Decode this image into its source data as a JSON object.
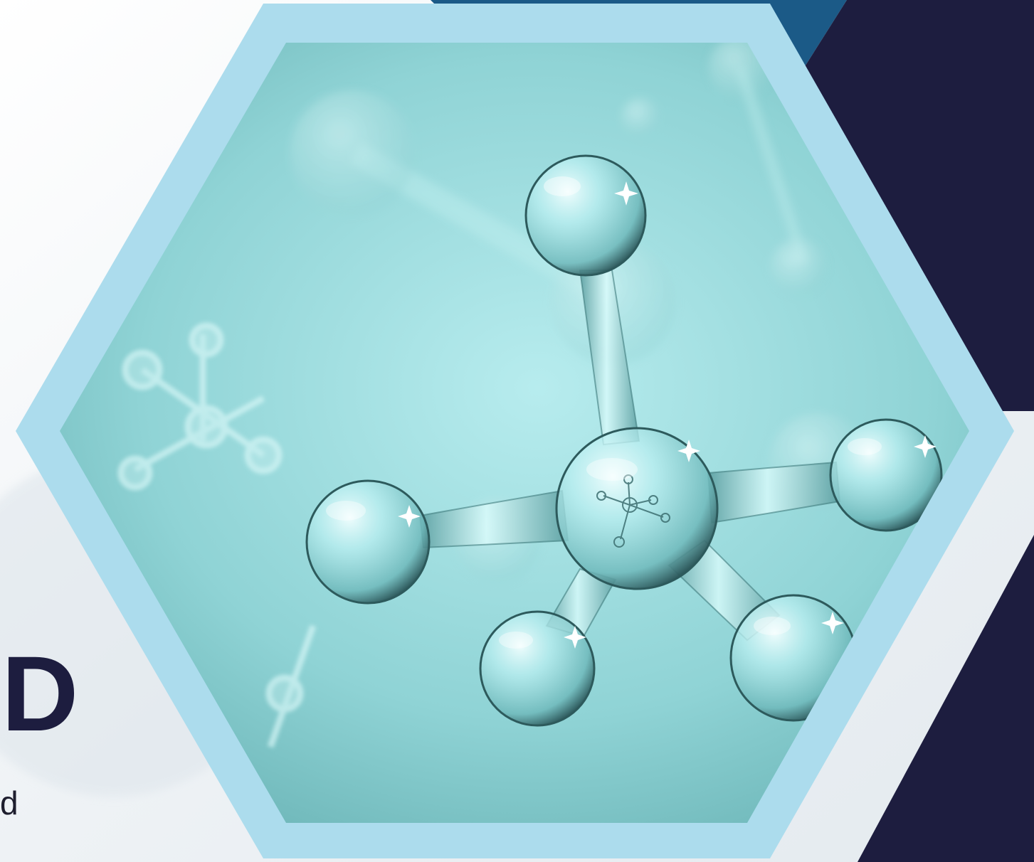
{
  "slide": {
    "heading_fragment": "D",
    "subtext_fragment": "d"
  },
  "colors": {
    "navy": "#1d1d3f",
    "steel_blue": "#1b5a87",
    "hexagon_frame": "#acdced",
    "image_teal": "#7cc9cb",
    "background": "#f3f6f8"
  },
  "icons": [
    "molecule-illustration"
  ]
}
